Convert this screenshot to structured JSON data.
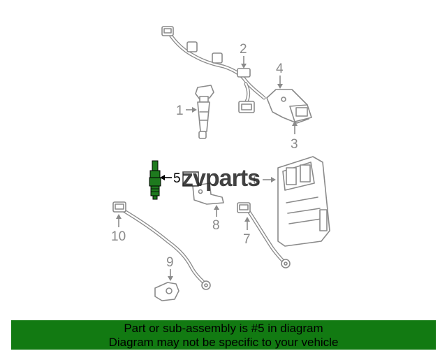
{
  "diagram": {
    "callouts": [
      {
        "id": "1",
        "label": "1"
      },
      {
        "id": "2",
        "label": "2"
      },
      {
        "id": "3",
        "label": "3"
      },
      {
        "id": "4",
        "label": "4"
      },
      {
        "id": "5",
        "label": "5"
      },
      {
        "id": "6",
        "label": "6"
      },
      {
        "id": "7",
        "label": "7"
      },
      {
        "id": "8",
        "label": "8"
      },
      {
        "id": "9",
        "label": "9"
      },
      {
        "id": "10",
        "label": "10"
      }
    ],
    "highlighted_part": "5",
    "highlight_color": "#1e7a1e",
    "line_color": "#8a8a8a"
  },
  "watermark": {
    "text": "zvparts"
  },
  "banner": {
    "line1": "Part or sub-assembly is #5 in diagram",
    "line2": "Diagram may not be specific to your vehicle",
    "background": "#127a12"
  }
}
